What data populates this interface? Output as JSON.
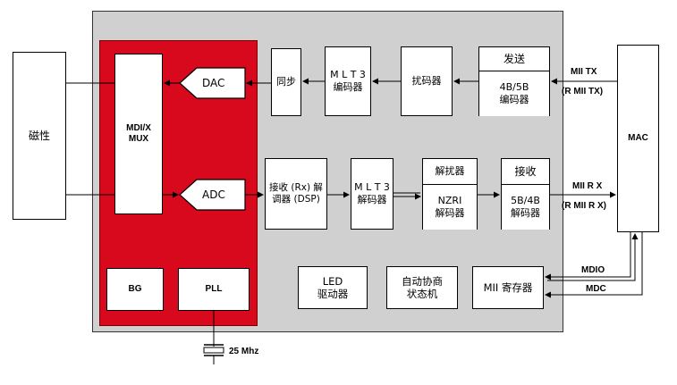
{
  "blocks": {
    "magnetic": "磁性",
    "mux": "MDI/X\nMUX",
    "dac": "DAC",
    "adc": "ADC",
    "bg": "BG",
    "pll": "PLL",
    "sync": "同步",
    "mlt3_enc": "M L T 3\n编码器",
    "scrambler": "扰码器",
    "tx_top": "发送",
    "tx_bottom": "4B/5B\n编码器",
    "rx_dsp": "接收 (Rx) 解\n调器 (DSP)",
    "mlt3_dec": "M L T 3\n解码器",
    "descrambler": "解扰器",
    "nzri": "NZRI\n解码器",
    "rx_top": "接收",
    "rx_bottom": "5B/4B\n解码器",
    "led": "LED\n驱动器",
    "autoneg": "自动协商\n状态机",
    "mii_reg": "MII 寄存器",
    "mac": "MAC"
  },
  "labels": {
    "mii_tx": "MII TX",
    "rmii_tx": "(R MII TX)",
    "mii_rx": "MII R X",
    "rmii_rx": "(R MII R X)",
    "mdio": "MDIO",
    "mdc": "MDC",
    "crystal": "25 Mhz"
  },
  "colors": {
    "chip_bg": "#d0d0d0",
    "phy_core": "#d8091d"
  }
}
